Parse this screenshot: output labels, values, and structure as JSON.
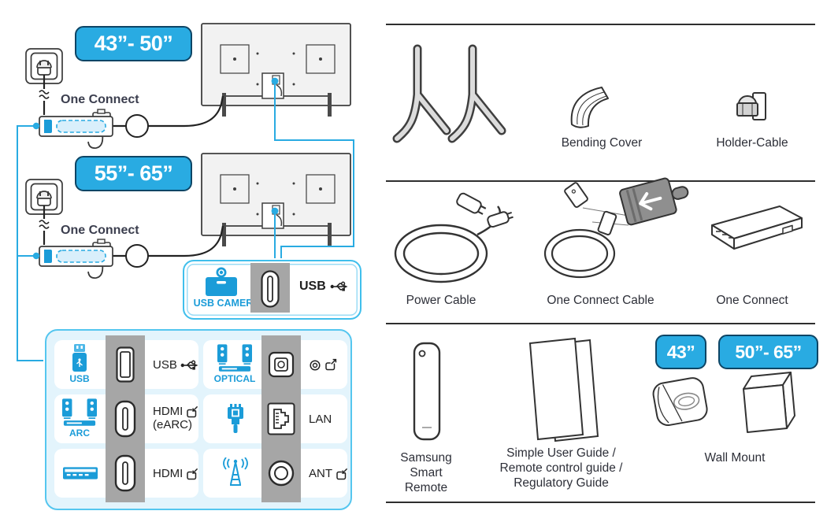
{
  "colors": {
    "accent_cyan": "#29abe2",
    "badge_border": "#0d4565",
    "panel_bg": "#e3f4fc",
    "panel_border": "#55c6ef",
    "icon_blue": "#1b9cd8",
    "port_strip_gray": "#a6a6a6",
    "line_art": "#3a3a3a",
    "label_dark": "#2d2f38"
  },
  "left": {
    "badge_top": "43”- 50”",
    "badge_bottom": "55”- 65”",
    "one_connect_top": "One Connect",
    "one_connect_bottom": "One Connect",
    "usb_camera": {
      "device_label": "USB CAMERA",
      "port_label": "USB"
    },
    "ports": {
      "cells": [
        {
          "device": "USB",
          "label": "USB"
        },
        {
          "device": "OPTICAL",
          "label": ""
        },
        {
          "device": "ARC",
          "label": "HDMI",
          "sublabel": "(eARC)"
        },
        {
          "device": "",
          "label": "LAN"
        },
        {
          "device": "",
          "label": "HDMI"
        },
        {
          "device": "",
          "label": "ANT"
        }
      ]
    }
  },
  "right": {
    "row1": {
      "items": [
        "",
        "Bending Cover",
        "Holder-Cable"
      ]
    },
    "row2": {
      "items": [
        "Power Cable",
        "One Connect Cable",
        "One Connect"
      ]
    },
    "row3": {
      "remote": "Samsung Smart Remote",
      "guides": "Simple User Guide / Remote control guide / Regulatory Guide",
      "wall_mount": "Wall Mount",
      "badge_small": "43”",
      "badge_large": "50”- 65”"
    }
  },
  "icons": {
    "usb_trident": "⑂",
    "hdmi_input": "box-arrow-in",
    "optical_output": "box-arrow-out",
    "audio_out": "◎",
    "usb_camera": "webcam",
    "usb_flash_drive": "usb-stick",
    "speakers": "speaker-pair",
    "lan_plug": "ethernet-plug",
    "antenna": "antenna-tower",
    "power_outlet": "wall-socket",
    "cable_break": "≈"
  }
}
